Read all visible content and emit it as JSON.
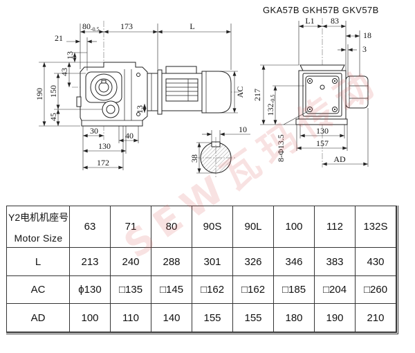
{
  "title": "GKA57B GKH57B GKV57B",
  "watermark": "SEW瓦玛传动",
  "drawing": {
    "front_view": {
      "dim_80": "80",
      "dim_80_tol": "-0.5",
      "dim_173": "173",
      "dim_L": "L",
      "dim_21": "21",
      "dim_13_left": "13",
      "dim_43": "43",
      "dim_150": "150",
      "dim_190": "190",
      "dim_45": "45",
      "dim_30": "30",
      "dim_40": "40",
      "dim_130": "130",
      "dim_172": "172",
      "dim_13_right": "13",
      "dim_AC": "AC"
    },
    "shaft_section": {
      "dim_10": "10",
      "dim_38": "38"
    },
    "side_view": {
      "dim_L1": "L1",
      "dim_83": "83",
      "dim_18": "18",
      "dim_3": "3",
      "dim_217": "217",
      "dim_132": "132",
      "dim_132_tol": "-0.5",
      "dim_holes": "8-Φ13.5",
      "dim_130": "130",
      "dim_157": "157",
      "dim_AD": "AD"
    }
  },
  "table": {
    "header_label_cn": "Y2电机机座号",
    "header_label_en": "Motor Size",
    "motor_sizes": [
      "63",
      "71",
      "80",
      "90S",
      "90L",
      "100",
      "112",
      "132S"
    ],
    "rows": [
      {
        "label": "L",
        "values": [
          "213",
          "240",
          "288",
          "301",
          "326",
          "346",
          "383",
          "430"
        ]
      },
      {
        "label": "AC",
        "values": [
          "ϕ130",
          "□135",
          "□145",
          "□162",
          "□162",
          "□185",
          "□204",
          "□260"
        ]
      },
      {
        "label": "AD",
        "values": [
          "100",
          "110",
          "140",
          "155",
          "155",
          "180",
          "190",
          "210"
        ]
      }
    ]
  }
}
